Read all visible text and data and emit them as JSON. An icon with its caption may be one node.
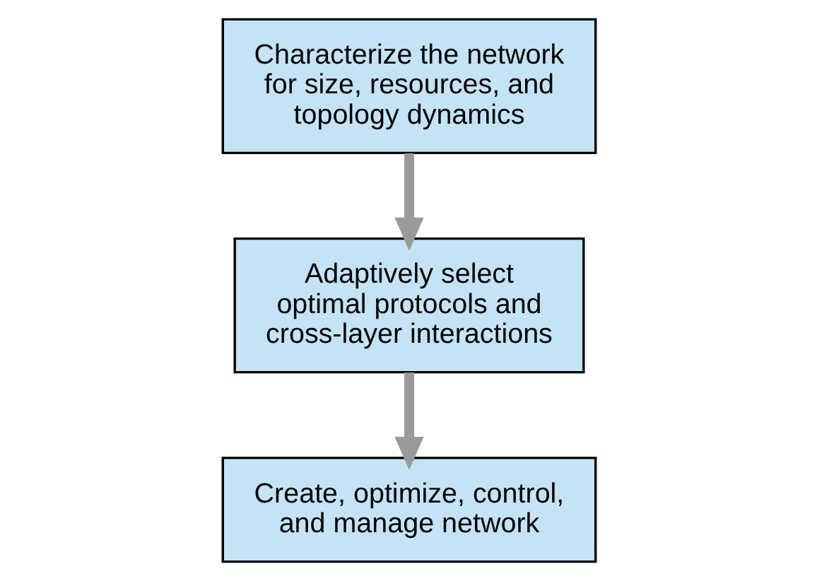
{
  "diagram": {
    "nodes": [
      {
        "text": [
          "Characterize the network for size, resources, and topology dynamics"
        ]
      },
      {
        "text": [
          "Adaptively select optimal protocols and cross-layer interactions"
        ]
      },
      {
        "text": [
          "Create, optimize, control, and manage network"
        ]
      }
    ],
    "edges": [
      {
        "from": 0,
        "to": 1,
        "arrow": "to"
      },
      {
        "from": 1,
        "to": 2,
        "arrow": "to"
      }
    ]
  }
}
